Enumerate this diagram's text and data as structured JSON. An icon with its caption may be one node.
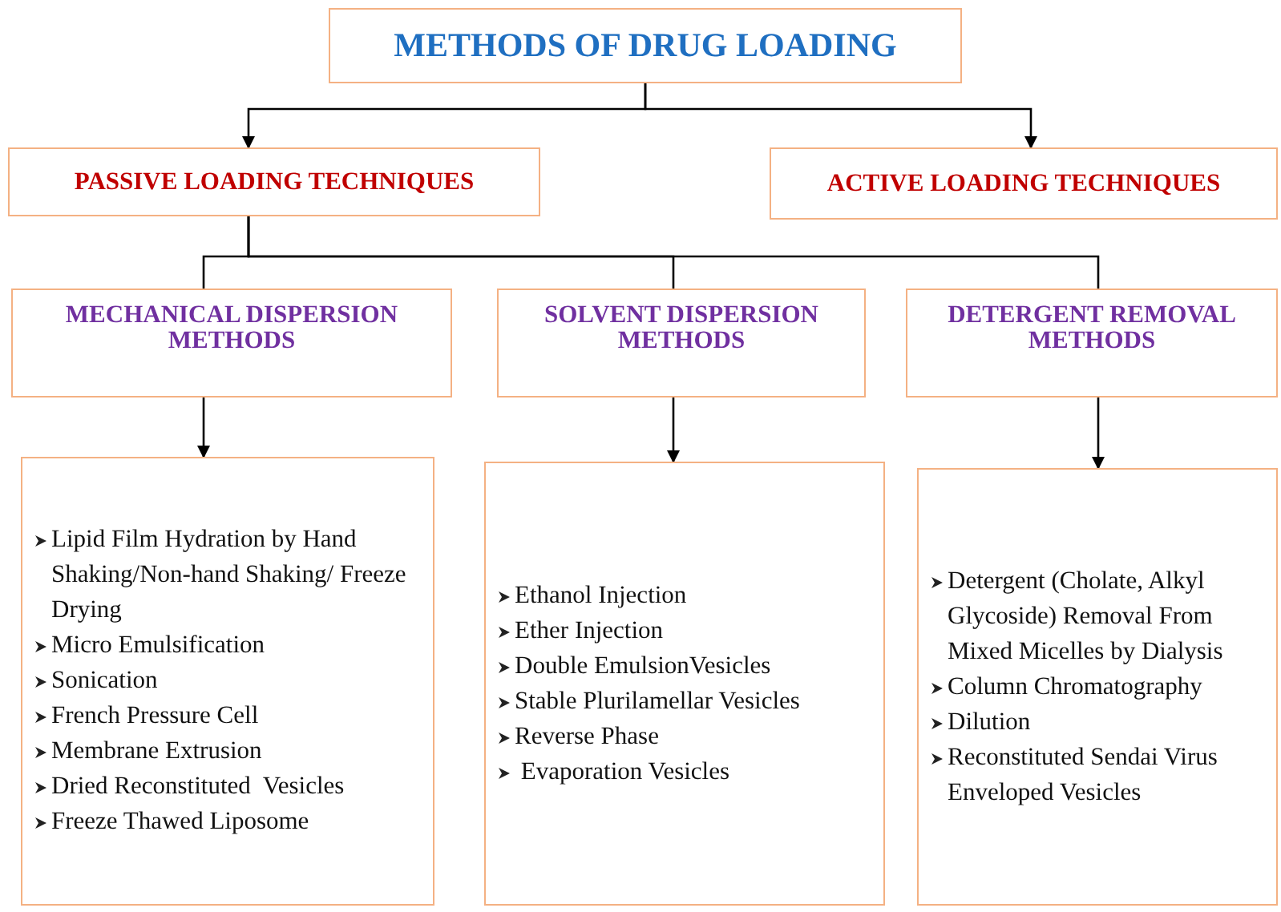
{
  "diagram": {
    "nodes": [
      {
        "text": [
          "METHODS OF DRUG LOADING"
        ]
      },
      {
        "text": [
          "PASSIVE LOADING TECHNIQUES"
        ]
      },
      {
        "text": [
          "ACTIVE LOADING TECHNIQUES"
        ]
      },
      {
        "text": [
          "MECHANICAL DISPERSION METHODS"
        ]
      },
      {
        "text": [
          "SOLVENT DISPERSION METHODS"
        ]
      },
      {
        "text": [
          "DETERGENT REMOVAL METHODS"
        ]
      },
      {
        "text": [
          "Lipid Film Hydration by Hand Shaking/Non-hand Shaking/ Freeze Drying",
          "Micro Emulsification",
          "Sonication",
          "French Pressure Cell",
          "Membrane Extrusion",
          "Dried Reconstituted  Vesicles",
          "Freeze Thawed Liposome"
        ]
      },
      {
        "text": [
          "Ethanol Injection",
          "Ether Injection",
          "Double EmulsionVesicles",
          "Stable Plurilamellar Vesicles",
          "Reverse Phase",
          " Evaporation Vesicles"
        ]
      },
      {
        "text": [
          "Detergent (Cholate, Alkyl Glycoside) Removal From Mixed Micelles by Dialysis",
          "Column Chromatography",
          "Dilution",
          "Reconstituted Sendai Virus Enveloped Vesicles"
        ]
      }
    ],
    "edges": [
      {
        "from": 0,
        "to": 1,
        "arrow": "to"
      },
      {
        "from": 0,
        "to": 2,
        "arrow": "to"
      },
      {
        "from": 1,
        "to": 3,
        "arrow": "none"
      },
      {
        "from": 1,
        "to": 4,
        "arrow": "none"
      },
      {
        "from": 1,
        "to": 5,
        "arrow": "none"
      },
      {
        "from": 3,
        "to": 6,
        "arrow": "to"
      },
      {
        "from": 4,
        "to": 7,
        "arrow": "to"
      },
      {
        "from": 5,
        "to": 8,
        "arrow": "to"
      }
    ]
  }
}
